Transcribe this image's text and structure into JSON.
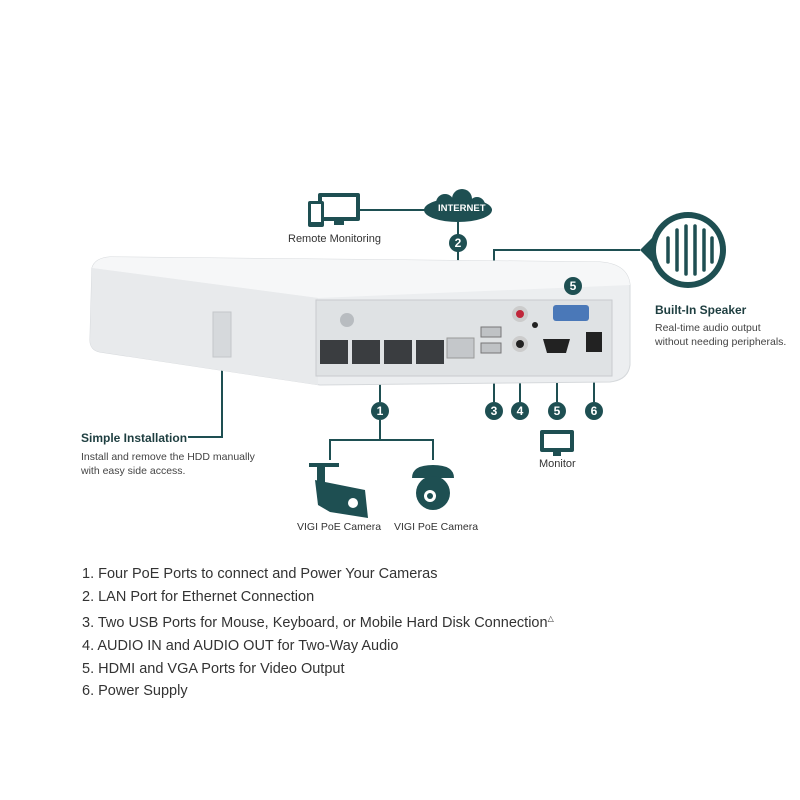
{
  "colors": {
    "teal": "#1e4f52",
    "device": "#eef0f1",
    "panel": "#dcdfe1"
  },
  "callouts": {
    "internet": "INTERNET",
    "remote_monitoring": "Remote Monitoring",
    "speaker_title": "Built-In Speaker",
    "speaker_desc_1": "Real-time audio output",
    "speaker_desc_2": "without needing peripherals.",
    "install_title": "Simple Installation",
    "install_desc_1": "Install and remove the HDD manually",
    "install_desc_2": "with easy side access.",
    "camera_1": "VIGI PoE Camera",
    "camera_2": "VIGI PoE Camera",
    "monitor": "Monitor"
  },
  "badges": [
    "1",
    "2",
    "3",
    "4",
    "5",
    "6"
  ],
  "features": [
    "1. Four PoE Ports to connect and Power Your Cameras",
    "2. LAN Port for Ethernet Connection",
    "3. Two USB Ports for Mouse, Keyboard, or Mobile Hard Disk Connection",
    "4. AUDIO IN and AUDIO OUT for Two-Way Audio",
    "5. HDMI and VGA Ports for Video Output",
    "6. Power Supply"
  ],
  "footnote_mark": "△"
}
